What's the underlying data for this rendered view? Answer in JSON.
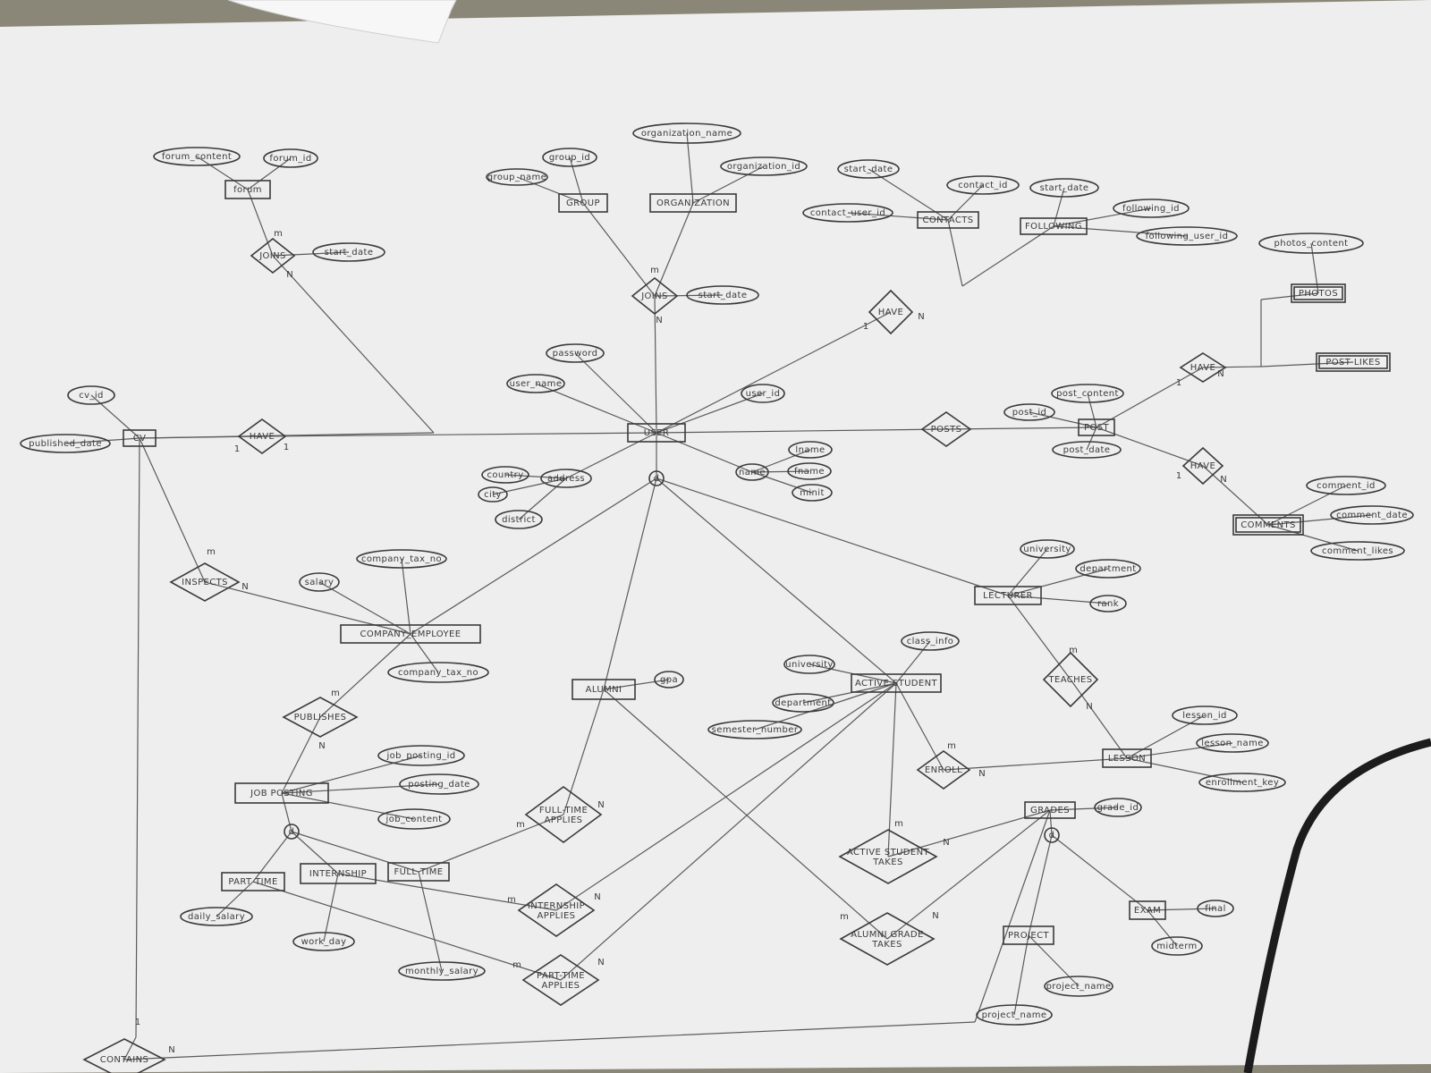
{
  "entities": [
    {
      "id": "forum",
      "label": "forum"
    },
    {
      "id": "group",
      "label": "GROUP"
    },
    {
      "id": "organization",
      "label": "ORGANIZATION"
    },
    {
      "id": "contacts",
      "label": "CONTACTS"
    },
    {
      "id": "following",
      "label": "FOLLOWING"
    },
    {
      "id": "photos",
      "label": "PHOTOS",
      "weak": true
    },
    {
      "id": "post_likes",
      "label": "POST LIKES",
      "weak": true
    },
    {
      "id": "cv",
      "label": "CV"
    },
    {
      "id": "user",
      "label": "USER"
    },
    {
      "id": "post",
      "label": "POST"
    },
    {
      "id": "comments",
      "label": "COMMENTS",
      "weak": true
    },
    {
      "id": "lecturer",
      "label": "LECTURER"
    },
    {
      "id": "company_employee",
      "label": "COMPANY_EMPLOYEE"
    },
    {
      "id": "alumni",
      "label": "ALUMNI"
    },
    {
      "id": "active_student",
      "label": "ACTIVE STUDENT"
    },
    {
      "id": "lesson",
      "label": "LESSON"
    },
    {
      "id": "job_posting",
      "label": "JOB POSTING"
    },
    {
      "id": "grades",
      "label": "GRADES"
    },
    {
      "id": "part_time",
      "label": "PART TIME"
    },
    {
      "id": "internship",
      "label": "INTERNSHIP"
    },
    {
      "id": "full_time",
      "label": "FULL TIME"
    },
    {
      "id": "exam",
      "label": "EXAM"
    },
    {
      "id": "project",
      "label": "PROJECT"
    }
  ],
  "relationships": [
    {
      "id": "joins_forum",
      "label": "JOINS"
    },
    {
      "id": "joins_group",
      "label": "JOINS"
    },
    {
      "id": "have_contacts",
      "label": "HAVE"
    },
    {
      "id": "have_cv",
      "label": "HAVE"
    },
    {
      "id": "posts",
      "label": "POSTS"
    },
    {
      "id": "have_likes",
      "label": "HAVE"
    },
    {
      "id": "have_comments",
      "label": "HAVE"
    },
    {
      "id": "inspects",
      "label": "INSPECTS"
    },
    {
      "id": "publishes",
      "label": "PUBLISHES"
    },
    {
      "id": "teaches",
      "label": "TEACHES"
    },
    {
      "id": "enroll",
      "label": "ENROLL"
    },
    {
      "id": "full_time_applies",
      "label": "FULL-TIME APPLIES"
    },
    {
      "id": "active_student_takes",
      "label": "ACTIVE STUDENT TAKES"
    },
    {
      "id": "internship_applies",
      "label": "INTERNSHIP APPLIES"
    },
    {
      "id": "alumni_grade_takes",
      "label": "ALUMNI GRADE TAKES"
    },
    {
      "id": "part_time_applies",
      "label": "PART-TIME APPLIES"
    },
    {
      "id": "contains",
      "label": "CONTAINS"
    }
  ],
  "attributes": [
    {
      "id": "forum_content",
      "label": "forum_content"
    },
    {
      "id": "forum_id",
      "label": "forum_id"
    },
    {
      "id": "joins_forum_start_date",
      "label": "start_date"
    },
    {
      "id": "group_id",
      "label": "group_id"
    },
    {
      "id": "group_name",
      "label": "group_name"
    },
    {
      "id": "organization_name",
      "label": "organization_name"
    },
    {
      "id": "organization_id",
      "label": "organization_id"
    },
    {
      "id": "joins_group_start_date",
      "label": "start_date"
    },
    {
      "id": "contacts_start_date",
      "label": "start_date"
    },
    {
      "id": "contact_id",
      "label": "contact_id"
    },
    {
      "id": "contact_user_id",
      "label": "contact_user_id"
    },
    {
      "id": "following_start_date",
      "label": "start_date"
    },
    {
      "id": "following_id",
      "label": "following_id"
    },
    {
      "id": "following_user_id",
      "label": "following_user_id"
    },
    {
      "id": "photos_content",
      "label": "photos_content"
    },
    {
      "id": "password",
      "label": "password"
    },
    {
      "id": "user_name",
      "label": "user_name"
    },
    {
      "id": "user_id",
      "label": "user_id"
    },
    {
      "id": "cv_id",
      "label": "cv_id"
    },
    {
      "id": "published_date",
      "label": "published_date"
    },
    {
      "id": "post_content",
      "label": "post_content"
    },
    {
      "id": "post_id",
      "label": "post_id"
    },
    {
      "id": "post_date",
      "label": "post_date"
    },
    {
      "id": "lname",
      "label": "lname"
    },
    {
      "id": "name",
      "label": "name"
    },
    {
      "id": "fname",
      "label": "fname"
    },
    {
      "id": "minit",
      "label": "minit"
    },
    {
      "id": "country",
      "label": "country"
    },
    {
      "id": "address",
      "label": "address"
    },
    {
      "id": "city",
      "label": "city"
    },
    {
      "id": "district",
      "label": "district"
    },
    {
      "id": "comment_id",
      "label": "comment_id"
    },
    {
      "id": "comment_date",
      "label": "comment_date"
    },
    {
      "id": "comment_likes",
      "label": "comment_likes"
    },
    {
      "id": "university_lec",
      "label": "university"
    },
    {
      "id": "department_lec",
      "label": "department"
    },
    {
      "id": "rank",
      "label": "rank"
    },
    {
      "id": "company_tax_no_1",
      "label": "company_tax_no"
    },
    {
      "id": "salary",
      "label": "salary"
    },
    {
      "id": "company_tax_no_2",
      "label": "company_tax_no"
    },
    {
      "id": "gpa",
      "label": "gpa"
    },
    {
      "id": "class_info",
      "label": "class_info"
    },
    {
      "id": "university_st",
      "label": "university"
    },
    {
      "id": "department_st",
      "label": "department"
    },
    {
      "id": "semester_number",
      "label": "semester_number"
    },
    {
      "id": "lesson_id",
      "label": "lesson_id"
    },
    {
      "id": "lesson_name",
      "label": "lesson_name"
    },
    {
      "id": "enrollment_key",
      "label": "enrollment_key"
    },
    {
      "id": "job_posting_id",
      "label": "job_posting_id"
    },
    {
      "id": "posting_date",
      "label": "posting_date"
    },
    {
      "id": "job_content",
      "label": "job_content"
    },
    {
      "id": "grade_id",
      "label": "grade_id"
    },
    {
      "id": "final",
      "label": "final"
    },
    {
      "id": "midterm",
      "label": "midterm"
    },
    {
      "id": "daily_salary",
      "label": "daily_salary"
    },
    {
      "id": "work_day",
      "label": "work_day"
    },
    {
      "id": "monthly_salary",
      "label": "monthly_salary"
    },
    {
      "id": "project_name_1",
      "label": "project_name"
    },
    {
      "id": "project_name_2",
      "label": "project_name"
    }
  ],
  "specializations": [
    {
      "id": "user_spec",
      "label": "d"
    },
    {
      "id": "job_spec",
      "label": "d"
    },
    {
      "id": "grades_spec",
      "label": "d"
    }
  ],
  "cardinalities": [
    {
      "id": "c_forum_m",
      "label": "m"
    },
    {
      "id": "c_forum_n",
      "label": "N"
    },
    {
      "id": "c_group_m",
      "label": "m"
    },
    {
      "id": "c_group_n",
      "label": "N"
    },
    {
      "id": "c_contacts_1",
      "label": "1"
    },
    {
      "id": "c_contacts_n",
      "label": "N"
    },
    {
      "id": "c_cv_1a",
      "label": "1"
    },
    {
      "id": "c_cv_1b",
      "label": "1"
    },
    {
      "id": "c_likes_1",
      "label": "1"
    },
    {
      "id": "c_likes_n",
      "label": "N"
    },
    {
      "id": "c_comm_1",
      "label": "1"
    },
    {
      "id": "c_comm_n",
      "label": "N"
    },
    {
      "id": "c_insp_m",
      "label": "m"
    },
    {
      "id": "c_insp_n",
      "label": "N"
    },
    {
      "id": "c_pub_m",
      "label": "m"
    },
    {
      "id": "c_pub_n",
      "label": "N"
    },
    {
      "id": "c_teach_m",
      "label": "m"
    },
    {
      "id": "c_teach_n",
      "label": "N"
    },
    {
      "id": "c_enr_m",
      "label": "m"
    },
    {
      "id": "c_enr_n",
      "label": "N"
    },
    {
      "id": "c_fta_m",
      "label": "m"
    },
    {
      "id": "c_fta_n",
      "label": "N"
    },
    {
      "id": "c_ast_m",
      "label": "m"
    },
    {
      "id": "c_ast_n",
      "label": "N"
    },
    {
      "id": "c_ia_m",
      "label": "m"
    },
    {
      "id": "c_ia_n",
      "label": "N"
    },
    {
      "id": "c_agt_m",
      "label": "m"
    },
    {
      "id": "c_agt_n",
      "label": "N"
    },
    {
      "id": "c_pta_m",
      "label": "m"
    },
    {
      "id": "c_pta_n",
      "label": "N"
    },
    {
      "id": "c_cont_1",
      "label": "1"
    },
    {
      "id": "c_cont_n",
      "label": "N"
    }
  ]
}
